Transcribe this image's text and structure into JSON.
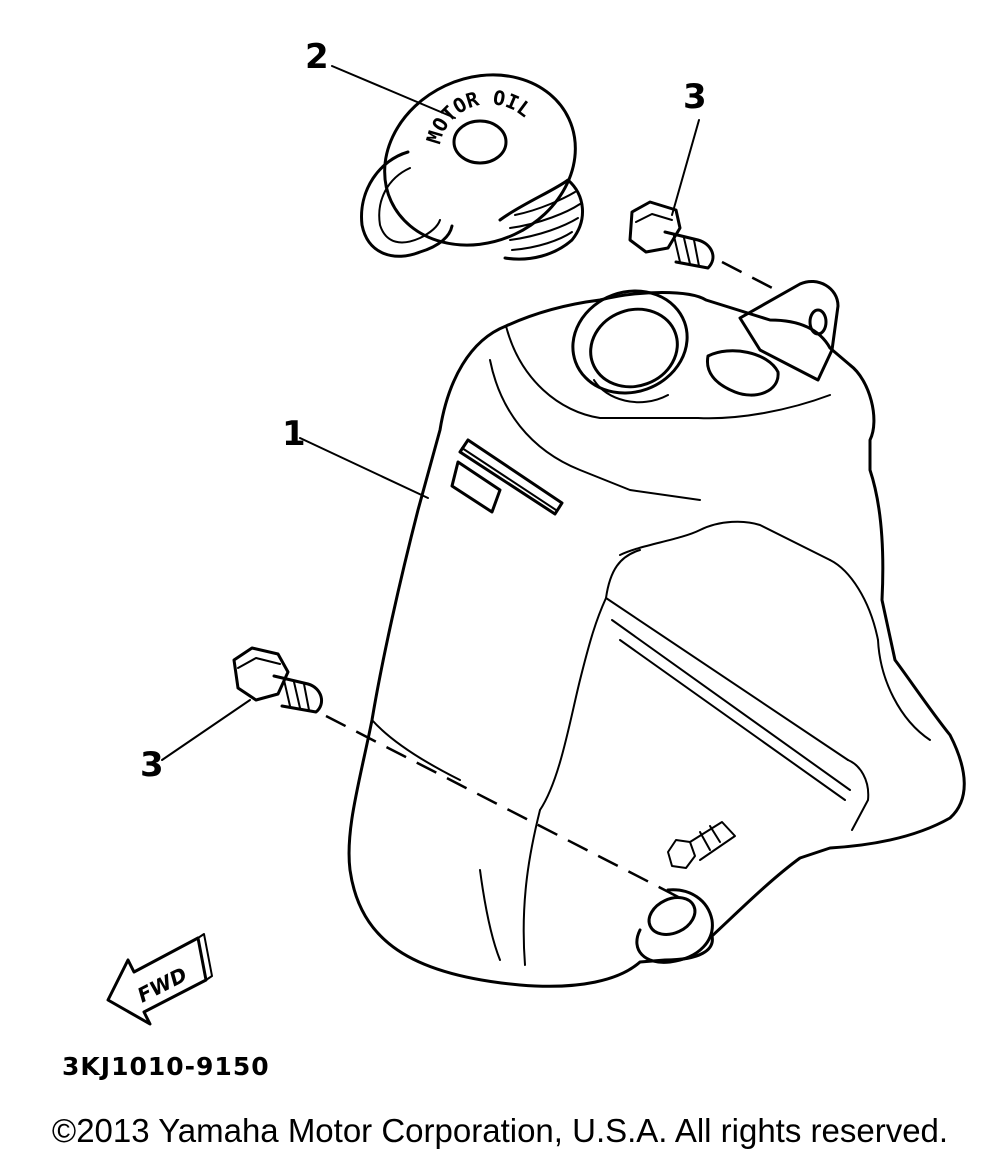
{
  "callouts": {
    "tank": "1",
    "cap": "2",
    "bolt_top": "3",
    "bolt_left": "3"
  },
  "cap_label": "MOTOR OIL",
  "fwd_label": "FWD",
  "part_number": "3KJ1010-9150",
  "copyright": "©2013 Yamaha Motor Corporation, U.S.A. All rights reserved."
}
